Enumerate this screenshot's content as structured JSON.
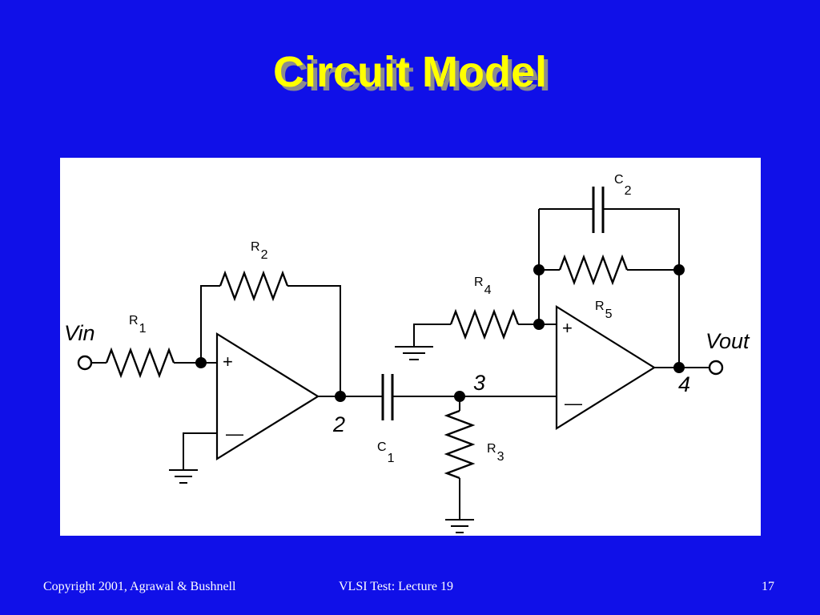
{
  "slide": {
    "title": "Circuit Model",
    "title_color": "#ffff00",
    "background_color": "#1010e8"
  },
  "diagram": {
    "terminals": {
      "vin": "Vin",
      "vout": "Vout"
    },
    "resistors": [
      {
        "name": "R",
        "index": "1"
      },
      {
        "name": "R",
        "index": "2"
      },
      {
        "name": "R",
        "index": "3"
      },
      {
        "name": "R",
        "index": "4"
      },
      {
        "name": "R",
        "index": "5"
      }
    ],
    "capacitors": [
      {
        "name": "C",
        "index": "1"
      },
      {
        "name": "C",
        "index": "2"
      }
    ],
    "nodes": [
      "2",
      "3",
      "4"
    ],
    "opamp_signs": {
      "plus": "+",
      "minus": "—"
    }
  },
  "footer": {
    "copyright": "Copyright 2001, Agrawal & Bushnell",
    "lecture": "VLSI Test: Lecture 19",
    "page": "17"
  }
}
